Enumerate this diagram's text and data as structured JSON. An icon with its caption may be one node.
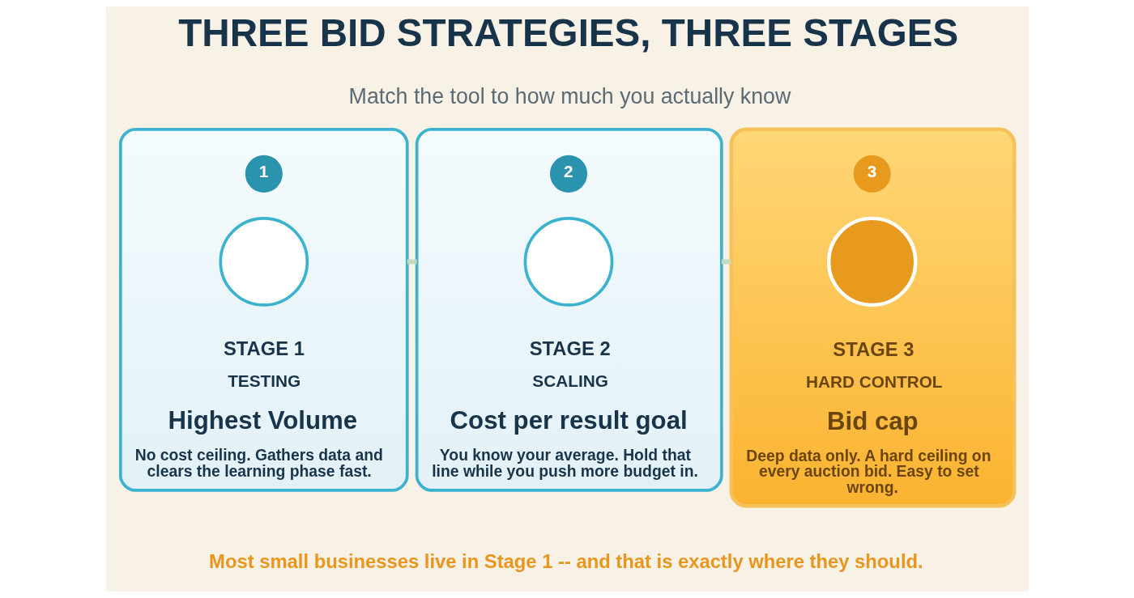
{
  "diagram": {
    "title": "THREE BID STRATEGIES, THREE STAGES",
    "caption": "Most small businesses live in Stage 1 -- and that is exactly where they should.",
    "nodes": [
      {
        "text": [
          "STAGE 1",
          "TESTING",
          "Highest Volume",
          "No cost ceiling. Gathers data and clears the learning phase fast."
        ]
      },
      {
        "text": [
          "1"
        ],
        "in": 0
      },
      {
        "text": [],
        "shape": "circle",
        "in": 0
      },
      {
        "text": [
          "STAGE 2",
          "SCALING",
          "Cost per result goal",
          "You know your average. Hold that line while you push more budget in."
        ]
      },
      {
        "text": [
          "2"
        ],
        "in": 3
      },
      {
        "text": [],
        "shape": "circle",
        "in": 3
      },
      {
        "text": [
          "STAGE 3",
          "HARD CONTROL",
          "Bid cap",
          "Deep data only. A hard ceiling on every auction bid. Easy to set wrong."
        ]
      },
      {
        "text": [
          "3"
        ],
        "in": 6
      },
      {
        "text": [],
        "shape": "circle",
        "in": 6
      }
    ],
    "edges": [
      {
        "from": 0,
        "to": 3,
        "arrow": "none"
      },
      {
        "from": 3,
        "to": 6,
        "arrow": "none"
      }
    ],
    "labels": [
      "Match the tool to how much you actually know"
    ]
  }
}
